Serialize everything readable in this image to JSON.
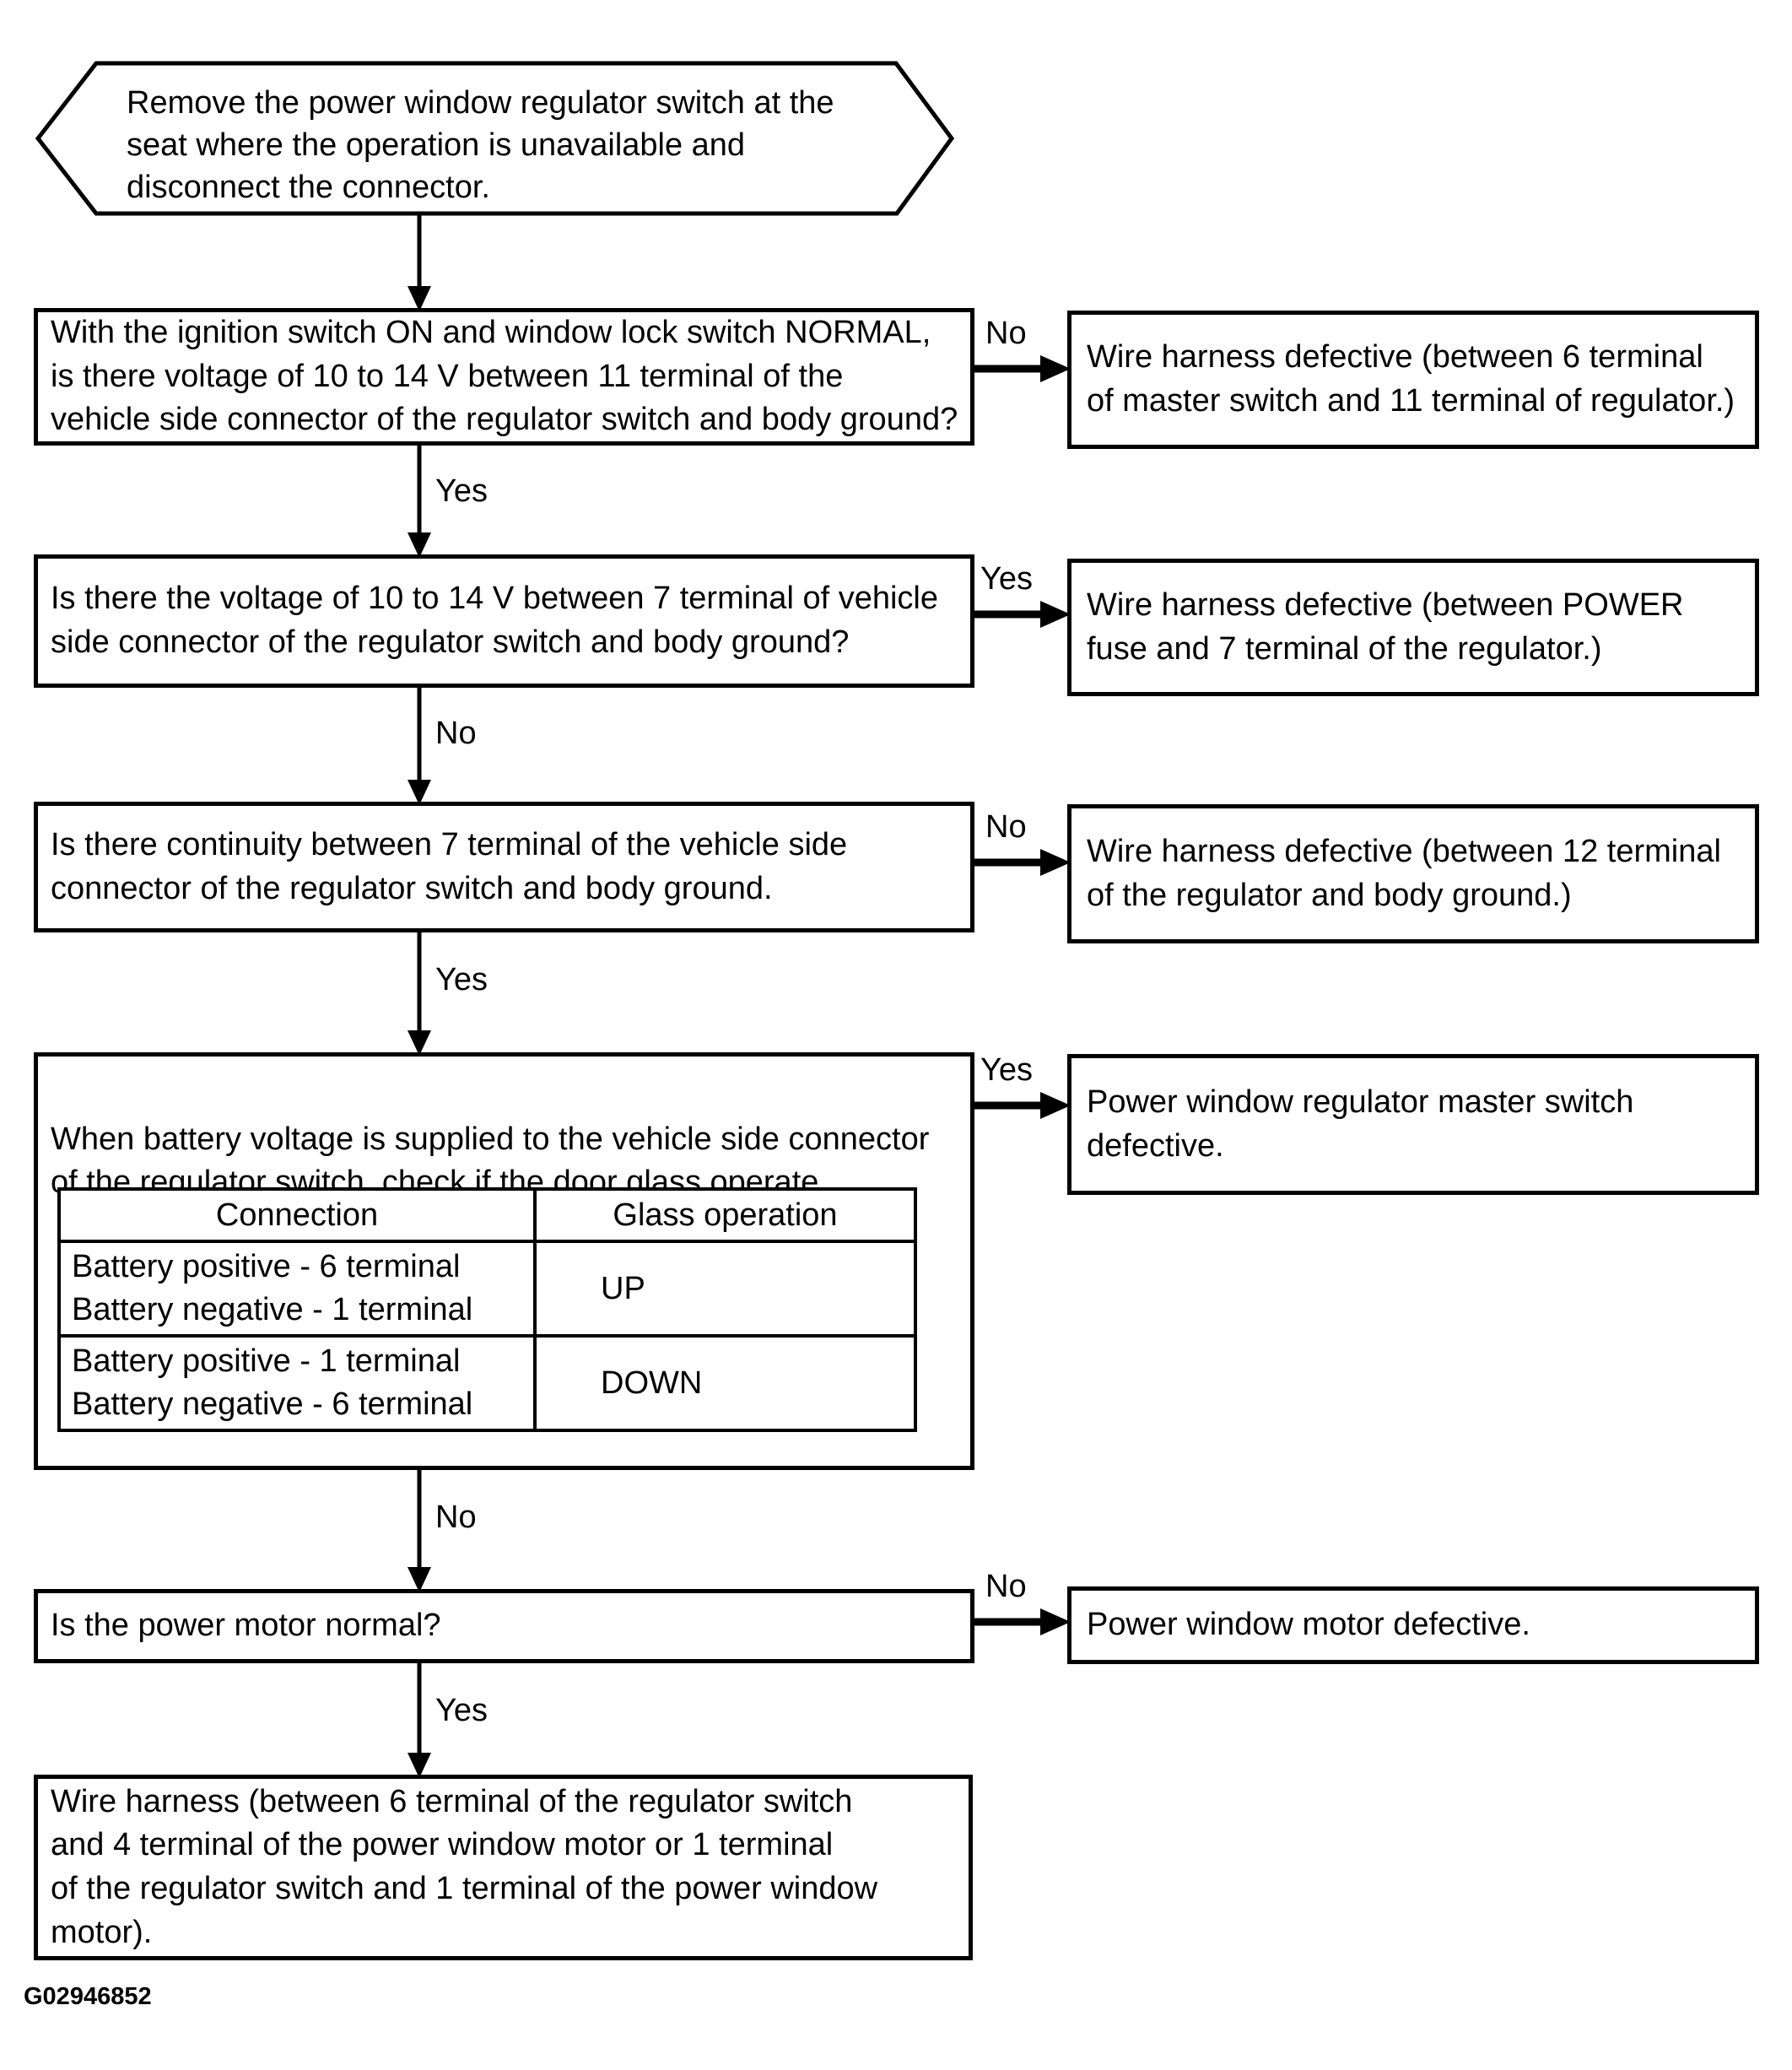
{
  "colors": {
    "ink": "#000000",
    "paper": "#ffffff"
  },
  "nodes": {
    "start": "Remove the power window regulator switch at the\nseat where the operation is unavailable and\ndisconnect the connector.",
    "q1": "With the ignition switch ON and window lock switch NORMAL,\nis there voltage of 10 to 14 V between 11 terminal of the\nvehicle side connector of the regulator switch and body ground?",
    "r1": "Wire harness defective (between 6 terminal\nof master switch and 11 terminal of regulator.)",
    "q2": "Is there the voltage of 10 to 14 V between 7 terminal of vehicle\nside connector of the regulator switch and body ground?",
    "r2": "Wire harness defective (between POWER\nfuse and 7 terminal of the regulator.)",
    "q3": "Is there continuity between 7 terminal of the vehicle side\nconnector of the regulator switch and body ground.",
    "r3": "Wire harness defective (between 12 terminal\nof the regulator and body ground.)",
    "q4": "When battery voltage is supplied to the vehicle side connector\nof the regulator switch, check if the door glass operate.",
    "r4": "Power window regulator master switch\ndefective.",
    "q5": "Is the power motor normal?",
    "r5": "Power window motor defective.",
    "final": "Wire harness (between 6 terminal of the regulator switch\nand 4 terminal of the power window motor or 1 terminal\nof the regulator switch and 1 terminal of the power window\nmotor)."
  },
  "edges": {
    "q1_down": "Yes",
    "q1_right": "No",
    "q2_down": "No",
    "q2_right": "Yes",
    "q3_down": "Yes",
    "q3_right": "No",
    "q4_down": "No",
    "q4_right": "Yes",
    "q5_down": "Yes",
    "q5_right": "No"
  },
  "table": {
    "headers": [
      "Connection",
      "Glass operation"
    ],
    "rows": [
      {
        "connection": "Battery positive - 6 terminal\nBattery negative - 1 terminal",
        "glass_operation": "UP"
      },
      {
        "connection": "Battery positive - 1 terminal\nBattery negative - 6 terminal",
        "glass_operation": "DOWN"
      }
    ]
  },
  "figure_id": "G02946852"
}
